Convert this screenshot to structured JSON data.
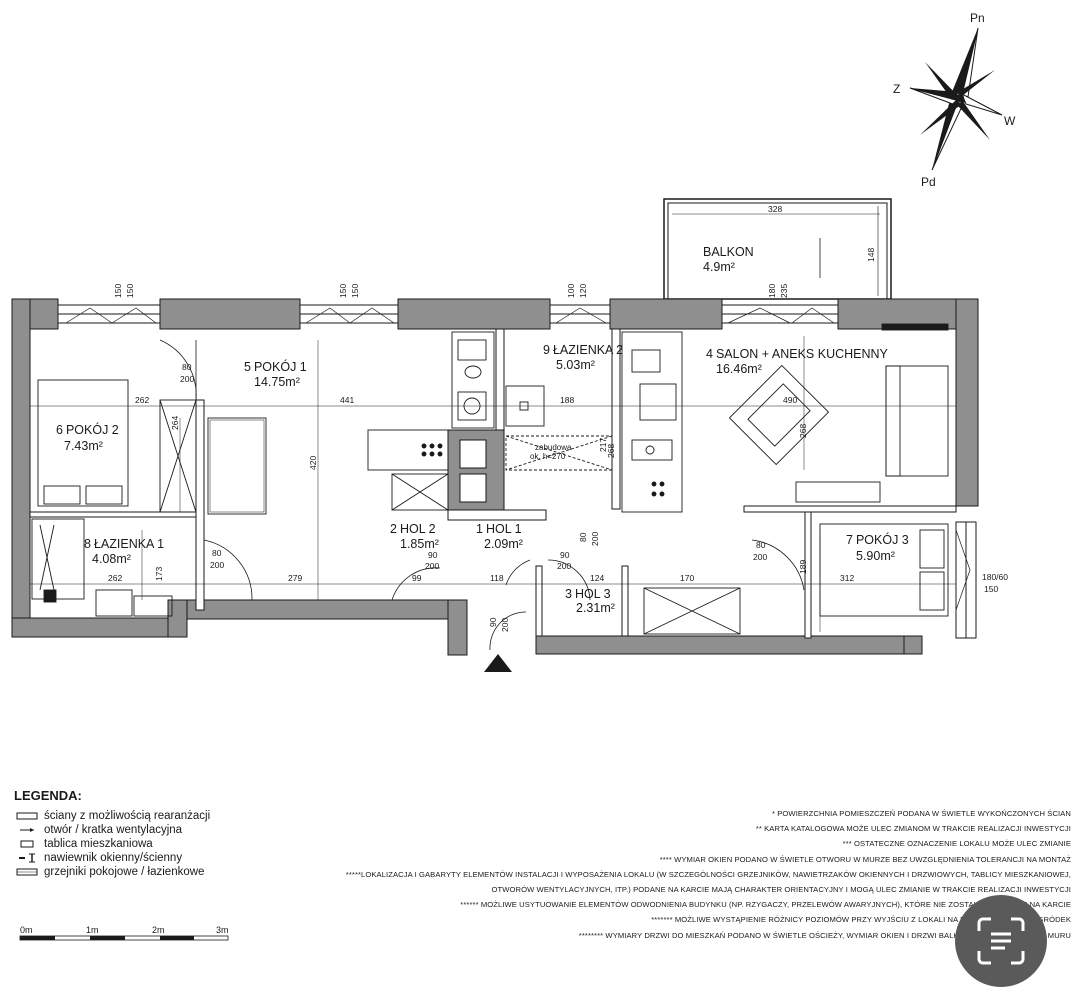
{
  "compass": {
    "n": "Pn",
    "s": "Pd",
    "e": "W",
    "w": "Z"
  },
  "rooms": [
    {
      "num": "5",
      "name": "POKÓJ 1",
      "area": "14.75m²"
    },
    {
      "num": "6",
      "name": "POKÓJ 2",
      "area": "7.43m²"
    },
    {
      "num": "8",
      "name": "ŁAZIENKA 1",
      "area": "4.08m²"
    },
    {
      "num": "9",
      "name": "ŁAZIENKA 2",
      "area": "5.03m²"
    },
    {
      "num": "4",
      "name": "SALON + ANEKS KUCHENNY",
      "area": "16.46m²"
    },
    {
      "num": "2",
      "name": "HOL 2",
      "area": "1.85m²"
    },
    {
      "num": "1",
      "name": "HOL 1",
      "area": "2.09m²"
    },
    {
      "num": "3",
      "name": "HOL 3",
      "area": "2.31m²"
    },
    {
      "num": "7",
      "name": "POKÓJ 3",
      "area": "5.90m²"
    },
    {
      "num": "",
      "name": "BALKON",
      "area": "4.9m²"
    }
  ],
  "dims": {
    "d328": "328",
    "d148": "148",
    "w150a": "150",
    "w150b": "150",
    "w150c": "150",
    "w150d": "150",
    "w100": "100",
    "w120": "120",
    "w180": "180",
    "w235": "235",
    "d80_200a": "80",
    "d200a": "200",
    "d262a": "262",
    "d441": "441",
    "d188": "188",
    "d490": "490",
    "d264": "264",
    "d420": "420",
    "d268a": "268",
    "d268b": "268",
    "d80_200b": "80",
    "d200b": "200",
    "d90a": "90",
    "d200c": "200",
    "d80c": "80",
    "d200d": "200",
    "d90b": "90",
    "d200e": "200",
    "d80d": "80",
    "d200f": "200",
    "d262b": "262",
    "d173": "173",
    "d279": "279",
    "d99": "99",
    "d118": "118",
    "d124": "124",
    "d170": "170",
    "d312": "312",
    "d189": "189",
    "d90c": "90",
    "d200g": "200",
    "d180_60": "180/60",
    "d150": "150",
    "d217": "217"
  },
  "zabudowa": {
    "line1": "zabudowa",
    "line2": "ok. h=270"
  },
  "legend": {
    "title": "LEGENDA:",
    "items": [
      {
        "label": "ściany z możliwością rearanżacji",
        "icon": "rearrangeable-wall-icon"
      },
      {
        "label": "otwór / kratka wentylacyjna",
        "icon": "vent-icon"
      },
      {
        "label": "tablica mieszkaniowa",
        "icon": "apartment-panel-icon"
      },
      {
        "label": "nawiewnik okienny/ścienny",
        "icon": "air-inlet-icon"
      },
      {
        "label": "grzejniki pokojowe / łazienkowe",
        "icon": "radiator-icon"
      }
    ]
  },
  "notes": [
    "* POWIERZCHNIA POMIESZCZEŃ PODANA W ŚWIETLE WYKOŃCZONYCH ŚCIAN",
    "** KARTA KATALOGOWA MOŻE ULEC ZMIANOM W TRAKCIE REALIZACJI INWESTYCJI",
    "*** OSTATECZNE OZNACZENIE LOKALU MOŻE ULEC ZMIANIE",
    "**** WYMIAR OKIEN PODANO W ŚWIETLE OTWORU W MURZE BEZ UWZGLĘDNIENIA TOLERANCJI NA MONTAŻ",
    "*****LOKALIZACJA I GABARYTY ELEMENTÓW INSTALACJI I WYPOSAŻENIA LOKALU (W SZCZEGÓLNOŚCI GRZEJNIKÓW, NAWIETRZAKÓW OKIENNYCH I DRZWIOWYCH, TABLICY MIESZKANIOWEJ,",
    "OTWORÓW WENTYLACYJNYCH, ITP.) PODANE NA KARCIE MAJĄ CHARAKTER ORIENTACYJNY I MOGĄ ULEC ZMIANIE W TRAKCIE REALIZACJI INWESTYCJI",
    "****** MOŻLIWE USYTUOWANIE ELEMENTÓW ODWODNIENIA BUDYNKU (NP. RZYGACZY, PRZELEWÓW AWARYJNYCH), KTÓRE NIE ZOSTAŁY POKAZANE NA KARCIE",
    "******* MOŻLIWE WYSTĄPIENIE RÓŻNICY POZIOMÓW PRZY WYJŚCIU Z LOKALI NA BALKONY/TARASY/OGRÓDEK",
    "******** WYMIARY DRZWI DO MIESZKAŃ PODANO W ŚWIETLE OŚCIEŻY, WYMIAR OKIEN I DRZWI BALKONOWYCH W ŚWIETLE MURU"
  ],
  "scale": {
    "s0": "0m",
    "s1": "1m",
    "s2": "2m",
    "s3": "3m"
  }
}
